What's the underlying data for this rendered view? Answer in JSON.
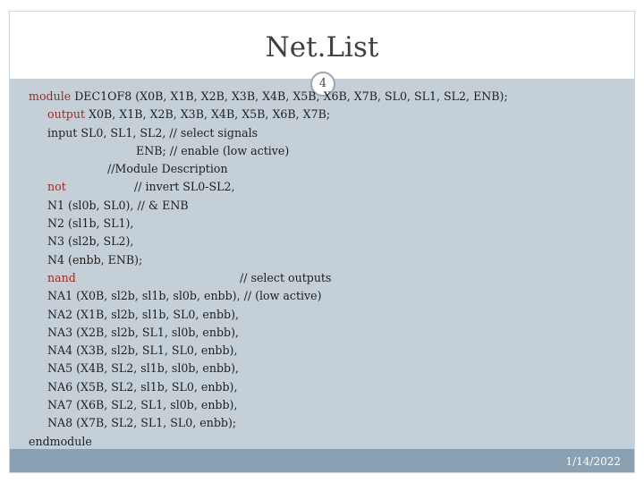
{
  "slide": {
    "title": "Net.List",
    "number": "4",
    "date": "1/14/2022"
  },
  "code": {
    "line1_kw": "module",
    "line1_text": " DEC1OF8 (X0B, X1B, X2B, X3B, X4B, X5B, X6B, X7B, SL0, SL1, SL2, ENB);",
    "line2_kw": "output",
    "line2_text": " X0B, X1B, X2B, X3B, X4B, X5B, X6B, X7B;",
    "line3": "input SL0, SL1, SL2, // select signals",
    "line4": "ENB; // enable (low active)",
    "line5": "//Module Description",
    "line6_kw": "not",
    "line6_text": "// invert SL0-SL2,",
    "line7": "N1 (sl0b, SL0), // & ENB",
    "line8": "N2 (sl1b, SL1),",
    "line9": "N3 (sl2b, SL2),",
    "line10": "N4 (enbb, ENB);",
    "line11_kw": "nand",
    "line11_text": "// select outputs",
    "line12": "NA1 (X0B, sl2b, sl1b, sl0b, enbb), // (low active)",
    "line13": "NA2 (X1B, sl2b, sl1b, SL0, enbb),",
    "line14": "NA3 (X2B, sl2b, SL1, sl0b, enbb),",
    "line15": "NA4 (X3B, sl2b, SL1, SL0, enbb),",
    "line16": "NA5 (X4B, SL2, sl1b, sl0b, enbb),",
    "line17": "NA6 (X5B, SL2, sl1b, SL0, enbb),",
    "line18": "NA7 (X6B, SL2, SL1, sl0b, enbb),",
    "line19": "NA8 (X7B, SL2, SL1, SL0, enbb);",
    "line20": "endmodule"
  },
  "colors": {
    "keyword": "#9e2a22",
    "panel": "#c5cfd7",
    "footer": "#8aa1b4"
  }
}
